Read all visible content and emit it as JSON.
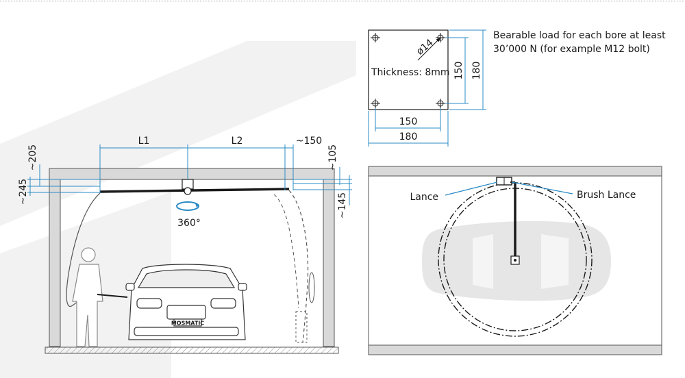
{
  "colors": {
    "dimension": "#2a8bc4",
    "line": "#1a1a1a",
    "wall": "#d9d9d9",
    "watermark": "#f2f2f2"
  },
  "mount_plate": {
    "hole": "ø14",
    "thickness": "Thickness: 8mm",
    "inner_height": "150",
    "outer_height": "180",
    "inner_width": "150",
    "outer_width": "180",
    "note_line1": "Bearable load for each bore at least",
    "note_line2": "30’000 N (for example M12 bolt)"
  },
  "side_view": {
    "l1": "L1",
    "l2": "L2",
    "end_offset": "~150",
    "left_top": "~205",
    "left_bottom": "~245",
    "right_top": "~105",
    "right_bottom": "~145",
    "rotation": "360°",
    "car_plate": "MOSMATIC"
  },
  "top_view": {
    "lance_label": "Lance",
    "brush_lance_label": "Brush Lance"
  }
}
